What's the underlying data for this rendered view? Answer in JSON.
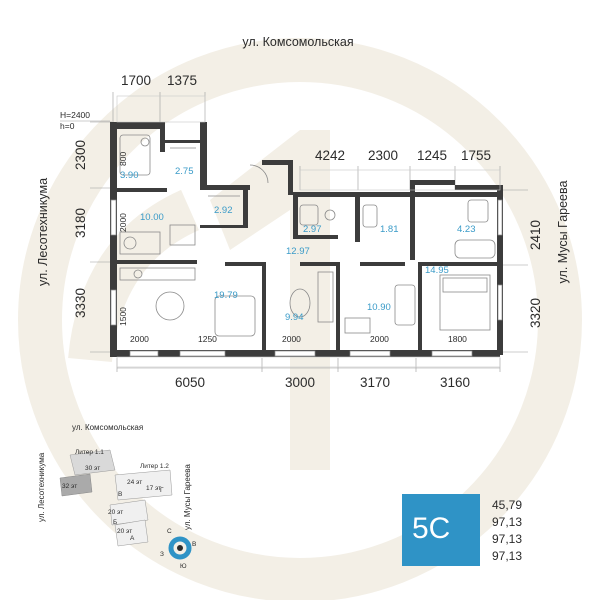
{
  "streets": {
    "top": "ул. Комсомольская",
    "left": "ул. Лесотехникума",
    "right": "ул. Мусы Гареева"
  },
  "height_note": [
    "H=2400",
    "h=0"
  ],
  "dimensions": {
    "top_left": [
      "1700",
      "1375"
    ],
    "top_right": [
      "4242",
      "2300",
      "1245",
      "1755"
    ],
    "left": [
      "2300",
      "3180",
      "3330"
    ],
    "right": [
      "2410",
      "3320"
    ],
    "bottom": [
      "6050",
      "3000",
      "3170",
      "3160"
    ],
    "inner": [
      "800",
      "2000",
      "1500",
      "2000",
      "1250",
      "2000",
      "2000",
      "1800"
    ]
  },
  "rooms": [
    {
      "id": "bath-1",
      "area": "3.90"
    },
    {
      "id": "storage-1",
      "area": "2.75"
    },
    {
      "id": "dining",
      "area": "10.00"
    },
    {
      "id": "wardrobe",
      "area": "2.92"
    },
    {
      "id": "bath-2",
      "area": "2.97"
    },
    {
      "id": "wc",
      "area": "1.81"
    },
    {
      "id": "bath-3",
      "area": "4.23"
    },
    {
      "id": "hall",
      "area": "12.97"
    },
    {
      "id": "living",
      "area": "19.79"
    },
    {
      "id": "bedroom-1",
      "area": "9.94"
    },
    {
      "id": "bedroom-2",
      "area": "10.90"
    },
    {
      "id": "bedroom-3",
      "area": "14.95"
    }
  ],
  "site_plan": {
    "street_top": "ул. Комсомольская",
    "street_left": "ул. Лесотехникума",
    "street_right": "ул. Мусы Гареева",
    "labels": [
      "Литер 1.1",
      "Литер 1.2",
      "30 эт",
      "32 эт",
      "24 эт",
      "17 эт",
      "20 эт",
      "20 эт",
      "В",
      "Г",
      "Б",
      "А"
    ],
    "compass": [
      "С",
      "В",
      "Ю",
      "З"
    ]
  },
  "badge": {
    "code": "5С",
    "color": "#2f93c6"
  },
  "areas_list": [
    "45,79",
    "97,13",
    "97,13",
    "97,13"
  ],
  "colors": {
    "walls": "#3c3c3c",
    "area_text": "#3a9bc8",
    "watermark": "#f3efe6"
  }
}
